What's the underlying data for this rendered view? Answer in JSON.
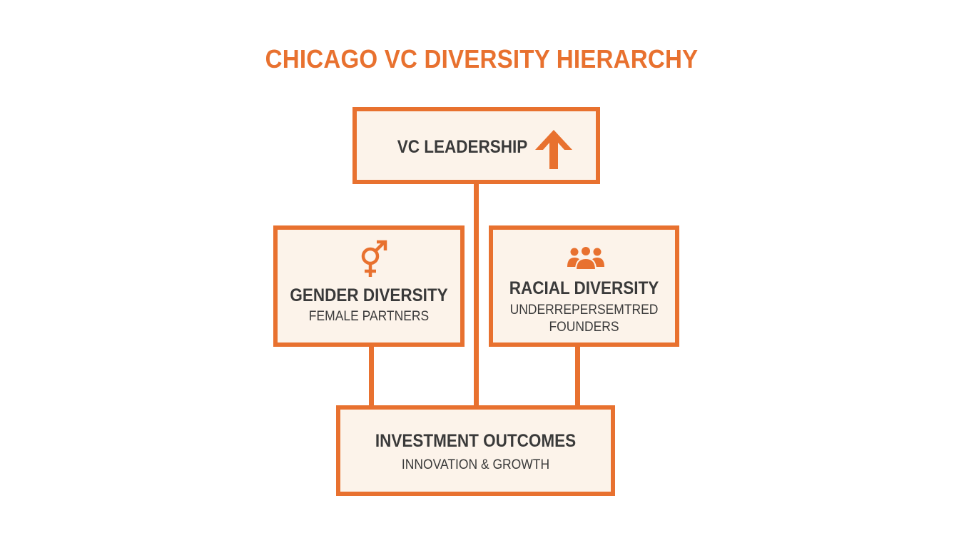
{
  "title": "CHICAGO VC DIVERSITY HIERARCHY",
  "colors": {
    "accent": "#e8712f",
    "box_fill": "#fcf3ea",
    "text": "#3a3a3a",
    "title": "#e8712f"
  },
  "nodes": {
    "leadership": {
      "label": "VC LEADERSHIP",
      "icon": "arrow-up-icon"
    },
    "gender": {
      "label": "GENDER DIVERSITY",
      "sublabel": "FEMALE PARTNERS",
      "icon": "gender-symbol-icon"
    },
    "racial": {
      "label": "RACIAL DIVERSITY",
      "sublabel_line1": "UNDERREPERSEMTRED",
      "sublabel_line2": "FOUNDERS",
      "icon": "people-group-icon"
    },
    "outcomes": {
      "label": "INVESTMENT OUTCOMES",
      "sublabel": "INNOVATION & GROWTH"
    }
  },
  "edges": [
    {
      "from": "leadership",
      "to": "outcomes"
    },
    {
      "from": "gender",
      "to": "outcomes"
    },
    {
      "from": "racial",
      "to": "outcomes"
    }
  ]
}
